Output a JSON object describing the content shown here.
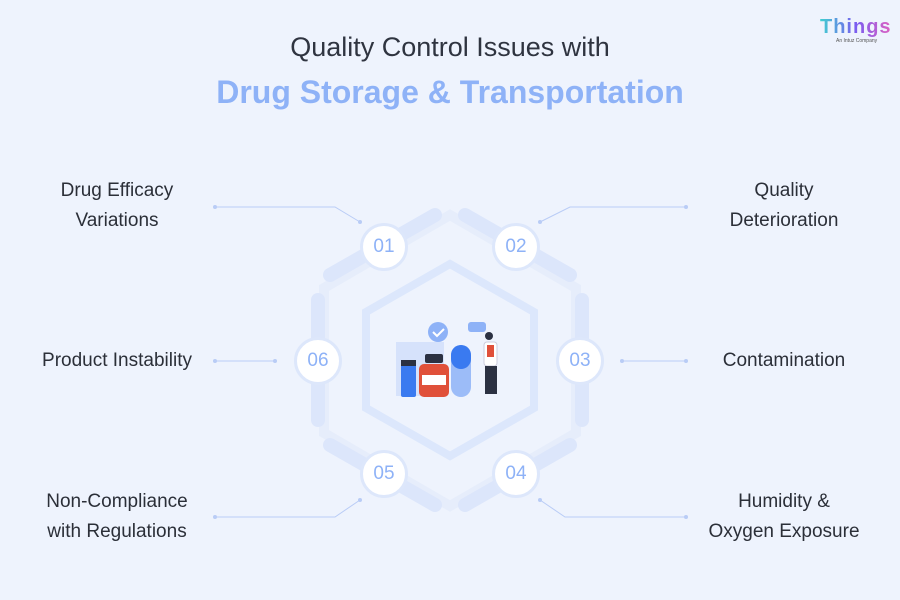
{
  "header": {
    "title": "Quality Control Issues with",
    "subtitle": "Drug Storage & Transportation"
  },
  "logo": {
    "text": "Things",
    "tagline": "An Intuz Company"
  },
  "items": [
    {
      "number": "01",
      "label_line1": "Drug Efficacy",
      "label_line2": "Variations"
    },
    {
      "number": "02",
      "label_line1": "Quality",
      "label_line2": "Deterioration"
    },
    {
      "number": "03",
      "label_line1": "Contamination",
      "label_line2": ""
    },
    {
      "number": "04",
      "label_line1": "Humidity &",
      "label_line2": "Oxygen Exposure"
    },
    {
      "number": "05",
      "label_line1": "Non-Compliance",
      "label_line2": "with Regulations"
    },
    {
      "number": "06",
      "label_line1": "Product Instability",
      "label_line2": ""
    }
  ],
  "colors": {
    "accent": "#8eb2f7",
    "background": "#eef3fd",
    "title": "#2f3440"
  }
}
